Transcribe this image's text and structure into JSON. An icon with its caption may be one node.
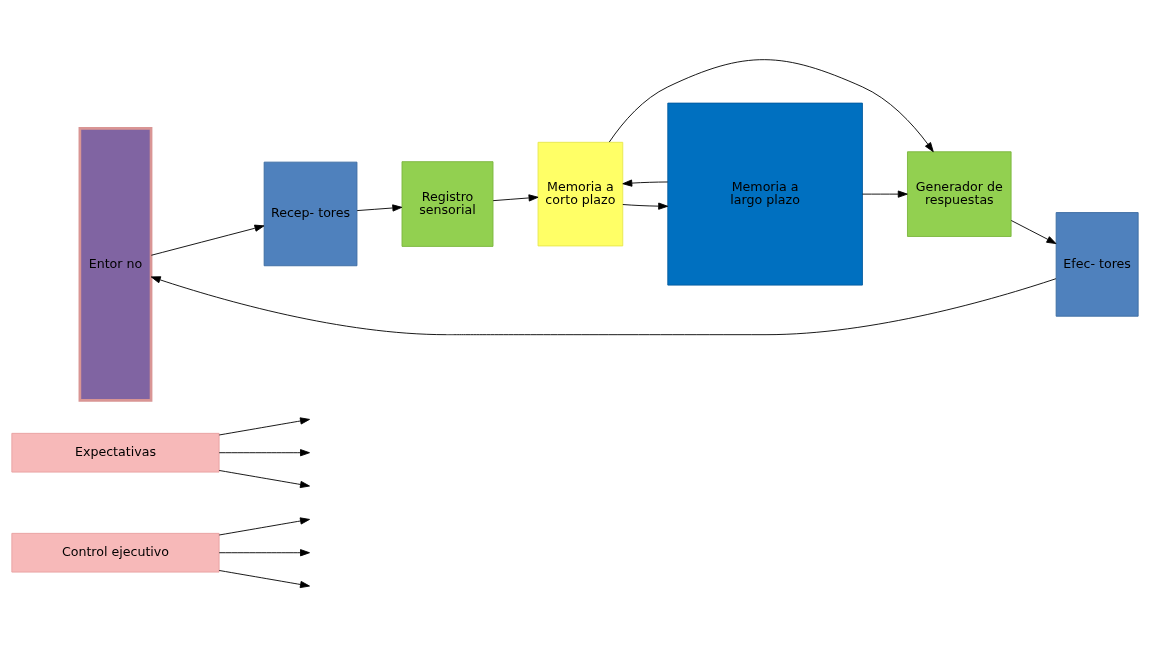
{
  "diagram": {
    "nodes": [
      {
        "text": [
          "Control ejecutivo"
        ]
      },
      {
        "text": [
          "Expectativas"
        ]
      },
      {
        "text": [
          "Entor no"
        ]
      },
      {
        "text": [
          "Efec- tores"
        ]
      },
      {
        "text": [
          "Generador de respuestas"
        ]
      },
      {
        "text": [
          "Recep- tores"
        ]
      },
      {
        "text": [
          "Registro sensorial"
        ]
      },
      {
        "text": [
          "Memoria a corto plazo"
        ]
      },
      {
        "text": [
          "Memoria a largo plazo"
        ]
      }
    ],
    "edges": [
      {
        "from": 0,
        "to": null,
        "arrow": "to"
      },
      {
        "from": 0,
        "to": null,
        "arrow": "to"
      },
      {
        "from": 0,
        "to": null,
        "arrow": "to"
      },
      {
        "from": 1,
        "to": null,
        "arrow": "to"
      },
      {
        "from": 1,
        "to": null,
        "arrow": "to"
      },
      {
        "from": 1,
        "to": null,
        "arrow": "to"
      },
      {
        "from": 4,
        "to": 3,
        "arrow": "to"
      },
      {
        "from": 3,
        "to": 2,
        "arrow": "to"
      },
      {
        "from": 8,
        "to": 4,
        "arrow": "to"
      },
      {
        "from": 7,
        "to": 4,
        "arrow": "to"
      },
      {
        "from": 2,
        "to": 5,
        "arrow": "to"
      },
      {
        "from": 5,
        "to": 6,
        "arrow": "to"
      },
      {
        "from": 6,
        "to": 7,
        "arrow": "to"
      },
      {
        "from": 7,
        "to": 8,
        "arrow": "to"
      },
      {
        "from": 8,
        "to": 7,
        "arrow": "to"
      }
    ]
  }
}
